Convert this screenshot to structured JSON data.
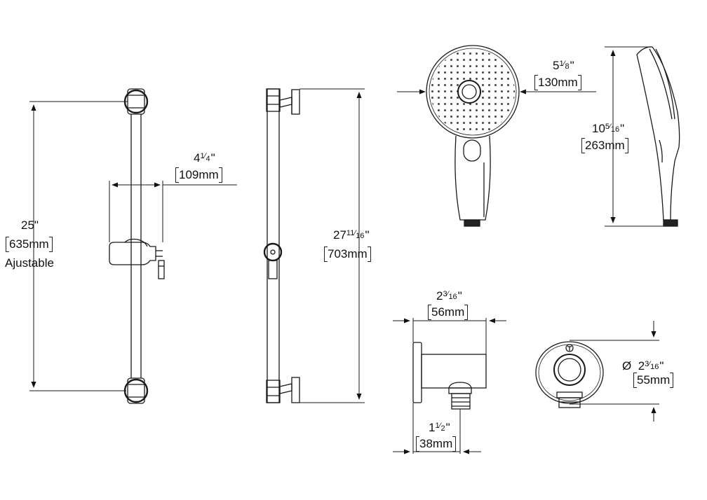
{
  "dimensions": {
    "bar_length": {
      "whole": "25",
      "quote": "\"",
      "metric": "635mm",
      "note": "Ajustable"
    },
    "slider_offset": {
      "whole": "4",
      "num": "1",
      "den": "4",
      "quote": "\"",
      "metric": "109mm"
    },
    "overall_height": {
      "whole": "27",
      "num": "11",
      "den": "16",
      "quote": "\"",
      "metric": "703mm"
    },
    "head_diameter": {
      "whole": "5",
      "num": "1",
      "den": "8",
      "quote": "\"",
      "metric": "130mm"
    },
    "handshower_length": {
      "whole": "10",
      "num": "5",
      "den": "16",
      "quote": "\"",
      "metric": "263mm"
    },
    "elbow_depth": {
      "whole": "2",
      "num": "3",
      "den": "16",
      "quote": "\"",
      "metric": "56mm"
    },
    "elbow_flange_offset": {
      "whole": "1",
      "num": "1",
      "den": "2",
      "quote": "\"",
      "metric": "38mm"
    },
    "flange_diameter": {
      "symbol": "Ø",
      "whole": "2",
      "num": "3",
      "den": "16",
      "quote": "\"",
      "metric": "55mm"
    }
  }
}
